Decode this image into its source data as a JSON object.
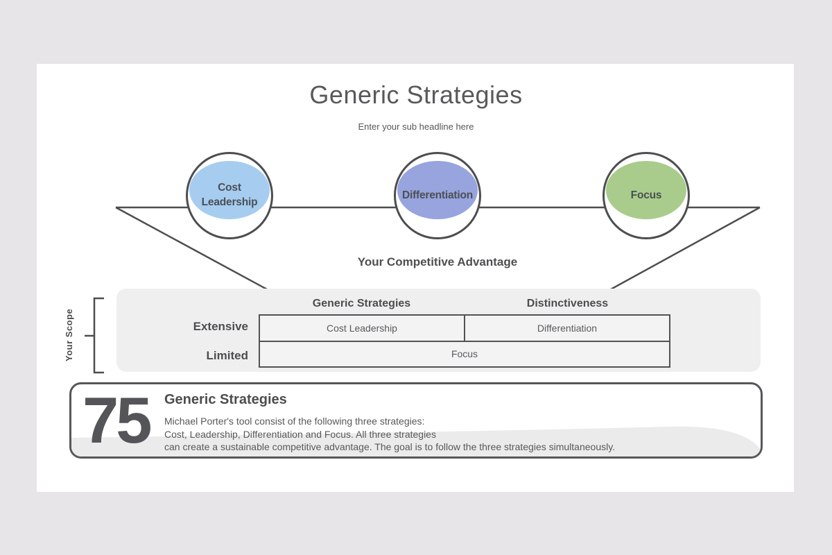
{
  "header": {
    "title": "Generic Strategies",
    "subtitle": "Enter your sub headline here"
  },
  "diagram": {
    "axis_label": "Your Competitive Advantage",
    "circles": [
      {
        "label": "Cost Leadership",
        "fill": "#a6cdf0"
      },
      {
        "label": "Differentiation",
        "fill": "#97a4de"
      },
      {
        "label": "Focus",
        "fill": "#a9cc8c"
      }
    ]
  },
  "table": {
    "scope_label": "Your Scope",
    "col_headers": [
      "Generic Strategies",
      "Distinctiveness"
    ],
    "rows": [
      {
        "label": "Extensive",
        "cells": [
          "Cost Leadership",
          "Differentiation"
        ]
      },
      {
        "label": "Limited",
        "cells": [
          "Focus"
        ]
      }
    ]
  },
  "footer": {
    "number": "75",
    "heading": "Generic Strategies",
    "lines": [
      "Michael Porter's tool consist of the following three strategies:",
      "Cost, Leadership, Differentiation and Focus. All three strategies",
      "can create a sustainable competitive advantage. The goal is to follow the three strategies simultaneously."
    ]
  },
  "colors": {
    "canvas_bg": "#e7e5e7",
    "slide_bg": "#ffffff",
    "line": "#4d4e50",
    "text_dark": "#55565a",
    "panel_bg": "#efeff0",
    "cell_bg": "#f3f3f4",
    "wave": "#ebebec",
    "cost_leadership_fill": "#a6cdf0",
    "differentiation_fill": "#97a4de",
    "focus_fill": "#a9cc8c"
  }
}
